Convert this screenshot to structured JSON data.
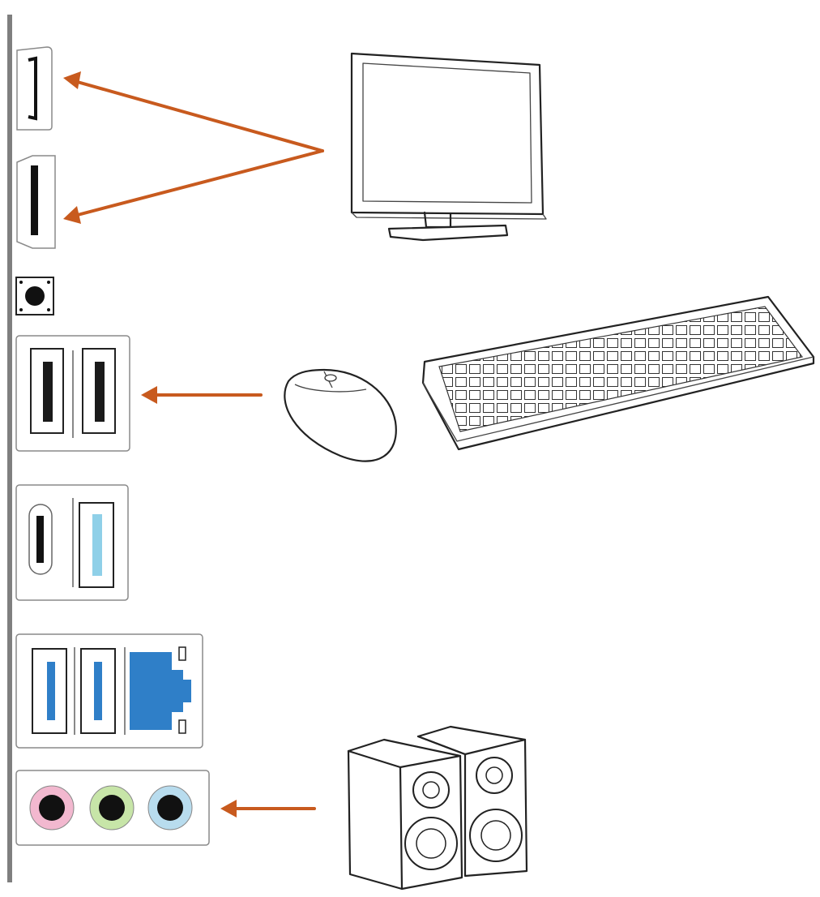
{
  "colors": {
    "backplate": "#7f7f7f",
    "arrow": "#c85a1e",
    "usb2": "#1a1a1a",
    "usb3_light": "#8fd0e8",
    "usb3_blue": "#2f7fc8",
    "lan": "#2f7fc8",
    "audio_pink": "#f2b8cf",
    "audio_green": "#c7e5a8",
    "audio_blue": "#b8dcee"
  },
  "ports": [
    {
      "name": "hdmi-port",
      "icon": "hdmi-icon"
    },
    {
      "name": "displayport-port",
      "icon": "displayport-icon"
    },
    {
      "name": "clear-cmos-button",
      "icon": "button-icon"
    },
    {
      "name": "usb2-ports",
      "icon": "usb-a-icon"
    },
    {
      "name": "usb-c-and-usb3-ports",
      "icon": "usb-c-icon"
    },
    {
      "name": "usb3-and-lan-ports",
      "icon": "ethernet-icon"
    },
    {
      "name": "audio-jacks",
      "icon": "audio-jack-icon"
    }
  ],
  "devices": [
    {
      "name": "monitor",
      "icon": "monitor-icon"
    },
    {
      "name": "mouse",
      "icon": "mouse-icon"
    },
    {
      "name": "keyboard",
      "icon": "keyboard-icon"
    },
    {
      "name": "speakers",
      "icon": "speaker-icon"
    }
  ]
}
